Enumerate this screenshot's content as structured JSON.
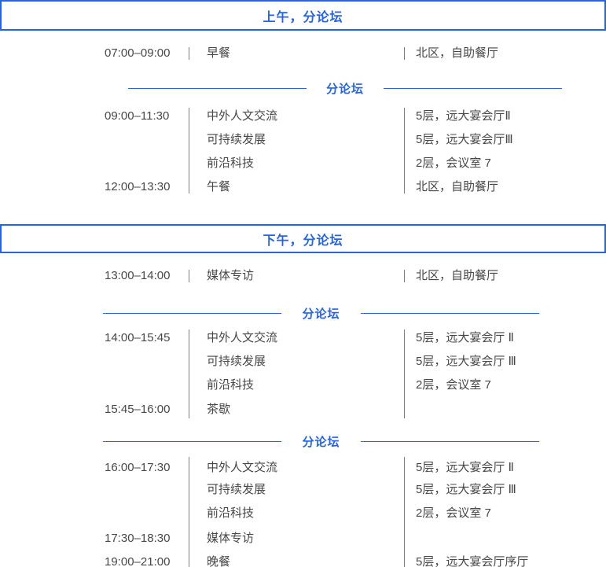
{
  "colors": {
    "accent_blue": "#2563eb",
    "body_text": "#474747",
    "separator_gray": "#7d7d7d"
  },
  "banners": {
    "morning": "上午，分论坛",
    "afternoon": "下午，分论坛"
  },
  "divider_label": "分论坛",
  "content": {
    "breakfast": {
      "time": "07:00–09:00",
      "event": "早餐",
      "location": "北区，自助餐厅"
    },
    "block1": [
      {
        "time": "09:00–11:30",
        "event": "中外人文交流",
        "location": "5层，远大宴会厅Ⅱ"
      },
      {
        "time": "",
        "event": "可持续发展",
        "location": "5层，远大宴会厅Ⅲ"
      },
      {
        "time": "",
        "event": "前沿科技",
        "location": "2层，会议室 7"
      },
      {
        "time": "12:00–13:30",
        "event": "午餐",
        "location": "北区，自助餐厅"
      }
    ],
    "media": {
      "time": "13:00–14:00",
      "event": "媒体专访",
      "location": "北区，自助餐厅"
    },
    "block2": [
      {
        "time": "14:00–15:45",
        "event": "中外人文交流",
        "location": "5层，远大宴会厅 Ⅱ"
      },
      {
        "time": "",
        "event": "可持续发展",
        "location": "5层，远大宴会厅 Ⅲ"
      },
      {
        "time": "",
        "event": "前沿科技",
        "location": "2层，会议室 7"
      },
      {
        "time": "15:45–16:00",
        "event": "茶歇",
        "location": ""
      }
    ],
    "block3": [
      {
        "time": "16:00–17:30",
        "event": "中外人文交流",
        "location": "5层，远大宴会厅 Ⅱ"
      },
      {
        "time": "",
        "event": "可持续发展",
        "location": "5层，远大宴会厅 Ⅲ"
      },
      {
        "time": "",
        "event": "前沿科技",
        "location": "2层，会议室 7"
      },
      {
        "time": "17:30–18:30",
        "event": "媒体专访",
        "location": ""
      },
      {
        "time": "19:00–21:00",
        "event": "晚餐",
        "location": "5层，远大宴会厅序厅"
      }
    ]
  }
}
